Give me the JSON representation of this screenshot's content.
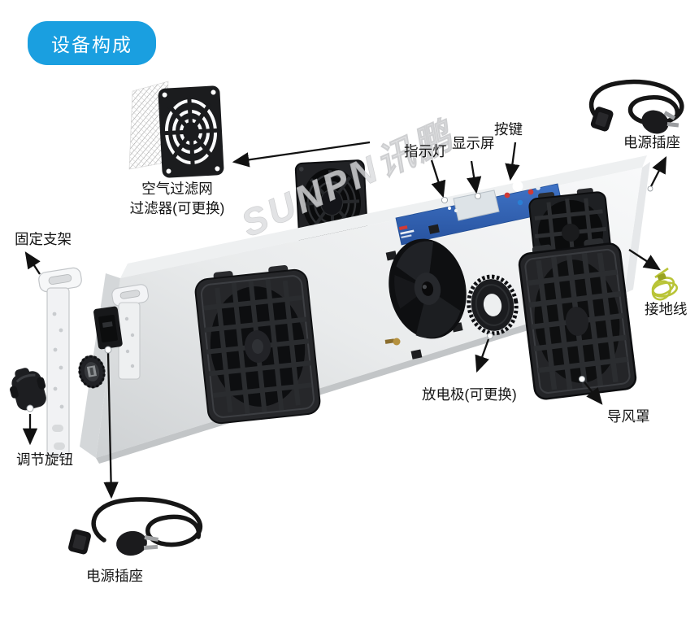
{
  "header": {
    "badge": "设备构成"
  },
  "watermark": "SUNPN讯鹏",
  "labels": {
    "filter_line1": "空气过滤网",
    "filter_line2": "过滤器(可更换)",
    "bracket": "固定支架",
    "knob": "调节旋钮",
    "power_bottom": "电源插座",
    "indicator": "指示灯",
    "display": "显示屏",
    "buttons": "按键",
    "power_top": "电源插座",
    "ground": "接地线",
    "electrode": "放电极(可更换)",
    "air_guide": "导风罩"
  },
  "colors": {
    "badge_bg": "#1a9fe0",
    "panel_blue": "#3060ae",
    "ground_wire": "#b9c437",
    "arrow": "#111111"
  }
}
